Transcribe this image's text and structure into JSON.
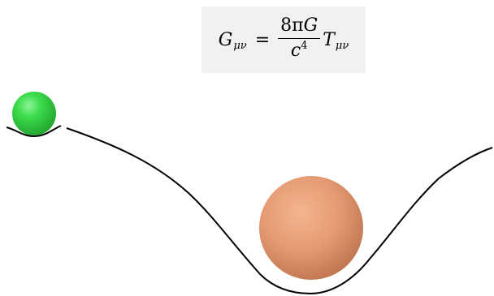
{
  "equation": {
    "lhs": "G",
    "lhs_sub": "μν",
    "equals": "=",
    "numerator_coef": "8π",
    "numerator_var": "G",
    "denominator": "c",
    "denominator_exp": "4",
    "rhs": "T",
    "rhs_sub": "μν"
  },
  "colors": {
    "small_ball": "#2fcf3f",
    "large_ball": "#e59a73",
    "curve": "#000000",
    "equation_background": "#f1f1f1"
  }
}
